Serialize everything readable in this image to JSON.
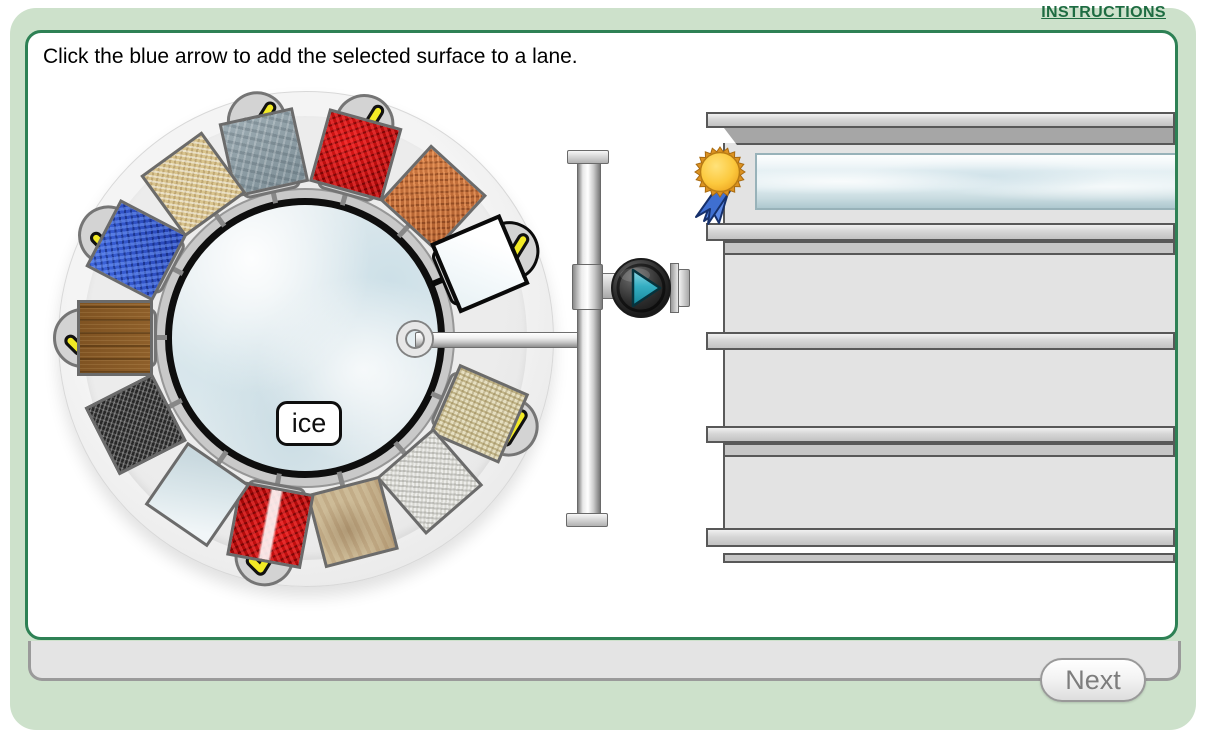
{
  "header": {
    "instructions_label": "INSTRUCTIONS"
  },
  "prompt": "Click the blue arrow to add the selected surface to a lane.",
  "wheel": {
    "selected_label": "ice",
    "tiles": [
      {
        "name": "slate",
        "checked": true,
        "selected": false,
        "angle": -12.5
      },
      {
        "name": "red-carpet",
        "checked": true,
        "selected": false,
        "angle": 15.5
      },
      {
        "name": "copper",
        "checked": false,
        "selected": false,
        "angle": 42.5
      },
      {
        "name": "ice",
        "checked": true,
        "selected": true,
        "angle": 67
      },
      {
        "name": "burlap",
        "checked": true,
        "selected": false,
        "angle": 113.5
      },
      {
        "name": "granite",
        "checked": false,
        "selected": false,
        "angle": 139
      },
      {
        "name": "sandstone",
        "checked": false,
        "selected": false,
        "angle": 165.5
      },
      {
        "name": "striped-carpet",
        "checked": true,
        "selected": false,
        "angle": 190.5
      },
      {
        "name": "glass",
        "checked": false,
        "selected": false,
        "angle": 214.5
      },
      {
        "name": "asphalt",
        "checked": false,
        "selected": false,
        "angle": 243
      },
      {
        "name": "wood",
        "checked": true,
        "selected": false,
        "angle": 270
      },
      {
        "name": "blue-carpet",
        "checked": true,
        "selected": false,
        "angle": -62.5
      },
      {
        "name": "sand",
        "checked": false,
        "selected": false,
        "angle": -36
      }
    ]
  },
  "lanes": [
    {
      "surface": "ice",
      "award": true
    },
    {
      "surface": null,
      "award": false
    },
    {
      "surface": null,
      "award": false
    },
    {
      "surface": null,
      "award": false
    }
  ],
  "controls": {
    "play_icon": "play-arrow-icon",
    "next_label": "Next"
  },
  "colors": {
    "page_bg": "#cde1cb",
    "panel_border": "#2e8155",
    "link_green": "#1e6c42",
    "check_yellow": "#f2ea25",
    "play_teal": "#35aec2"
  }
}
